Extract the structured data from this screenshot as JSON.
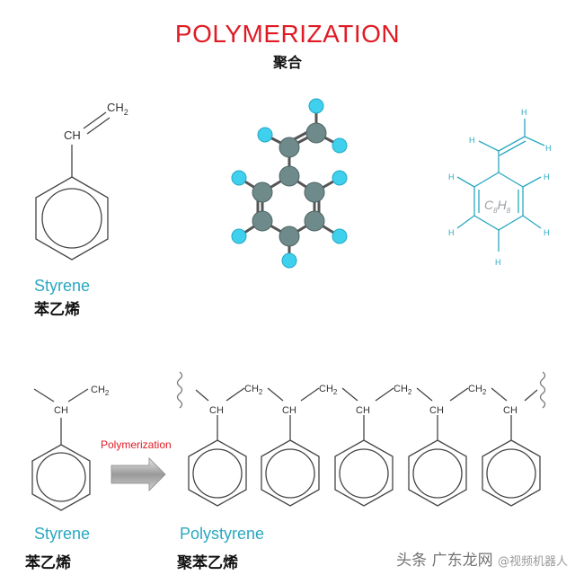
{
  "header": {
    "title": "POLYMERIZATION",
    "subtitle": "聚合"
  },
  "styrene_top": {
    "name_en": "Styrene",
    "name_zh": "苯乙烯",
    "ch_label": "CH",
    "ch2_label": "CH",
    "ch2_sub": "2"
  },
  "formula_box": {
    "c": "C",
    "c_sub": "8",
    "h": "H",
    "h_sub": "8",
    "atom_h": "H"
  },
  "reaction": {
    "arrow_label": "Polymerization",
    "monomer_en": "Styrene",
    "monomer_zh": "苯乙烯",
    "polymer_en": "Polystyrene",
    "polymer_zh": "聚苯乙烯",
    "ch_label": "CH",
    "ch2_label": "CH",
    "ch2_sub": "2"
  },
  "watermark": {
    "text": "头条",
    "brand": "广东龙网",
    "small": "@视频机器人"
  },
  "colors": {
    "title_red": "#e01b24",
    "label_cyan": "#2aa8c0",
    "carbon_grey": "#6f8a8a",
    "hydrogen_cyan": "#3fd0ee",
    "formula_grey": "#9aa0a6"
  }
}
